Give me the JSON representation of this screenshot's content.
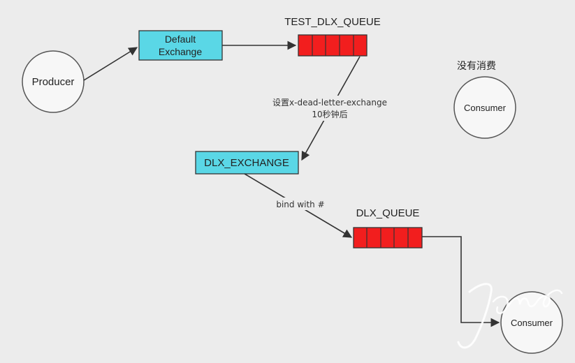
{
  "producer": {
    "label": "Producer"
  },
  "default_exchange": {
    "line1": "Default",
    "line2": "Exchange"
  },
  "test_queue": {
    "title": "TEST_DLX_QUEUE"
  },
  "dlx_note": {
    "line1": "设置x-dead-letter-exchange",
    "line2": "10秒钟后"
  },
  "dlx_exchange": {
    "label": "DLX_EXCHANGE"
  },
  "bind_label": "bind with #",
  "dlx_queue": {
    "title": "DLX_QUEUE"
  },
  "consumer_idle": {
    "note": "没有消费",
    "label": "Consumer"
  },
  "consumer_dlx": {
    "label": "Consumer"
  },
  "watermark": "Jones",
  "colors": {
    "background": "#ececec",
    "exchange_fill": "#5ad7e6",
    "queue_fill": "#f21e1e",
    "stroke": "#333333"
  }
}
